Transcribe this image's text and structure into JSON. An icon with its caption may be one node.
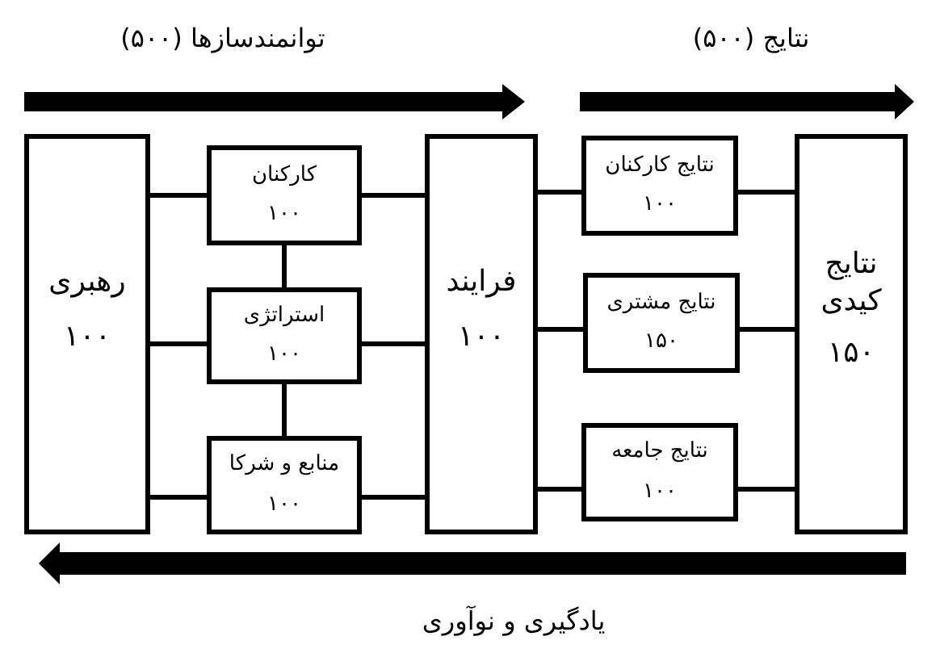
{
  "diagram": {
    "nodes": [
      {
        "text": [
          "رهبری",
          "۱۰۰"
        ]
      },
      {
        "text": [
          "کارکنان",
          "۱۰۰"
        ]
      },
      {
        "text": [
          "استراتژی",
          "۱۰۰"
        ]
      },
      {
        "text": [
          "منابع و شرکا",
          "۱۰۰"
        ]
      },
      {
        "text": [
          "فرایند",
          "۱۰۰"
        ]
      },
      {
        "text": [
          "نتایج کارکنان",
          "۱۰۰"
        ]
      },
      {
        "text": [
          "نتایج مشتری",
          "۱۵۰"
        ]
      },
      {
        "text": [
          "نتایج جامعه",
          "۱۰۰"
        ]
      },
      {
        "text": [
          "نتایج کیدی",
          "۱۵۰"
        ]
      }
    ],
    "edges": [
      {
        "from": 0,
        "to": 1,
        "arrow": "none"
      },
      {
        "from": 0,
        "to": 2,
        "arrow": "none"
      },
      {
        "from": 0,
        "to": 3,
        "arrow": "none"
      },
      {
        "from": 1,
        "to": 2,
        "arrow": "none"
      },
      {
        "from": 2,
        "to": 3,
        "arrow": "none"
      },
      {
        "from": 1,
        "to": 4,
        "arrow": "none"
      },
      {
        "from": 2,
        "to": 4,
        "arrow": "none"
      },
      {
        "from": 3,
        "to": 4,
        "arrow": "none"
      },
      {
        "from": 4,
        "to": 5,
        "arrow": "none"
      },
      {
        "from": 4,
        "to": 6,
        "arrow": "none"
      },
      {
        "from": 4,
        "to": 7,
        "arrow": "none"
      },
      {
        "from": 5,
        "to": 8,
        "arrow": "none"
      },
      {
        "from": 6,
        "to": 8,
        "arrow": "none"
      },
      {
        "from": 7,
        "to": 8,
        "arrow": "none"
      }
    ],
    "labels": [
      "نتایج (۵۰۰)",
      "توانمندسازها (۵۰۰)",
      "یادگیری و نوآوری"
    ]
  }
}
